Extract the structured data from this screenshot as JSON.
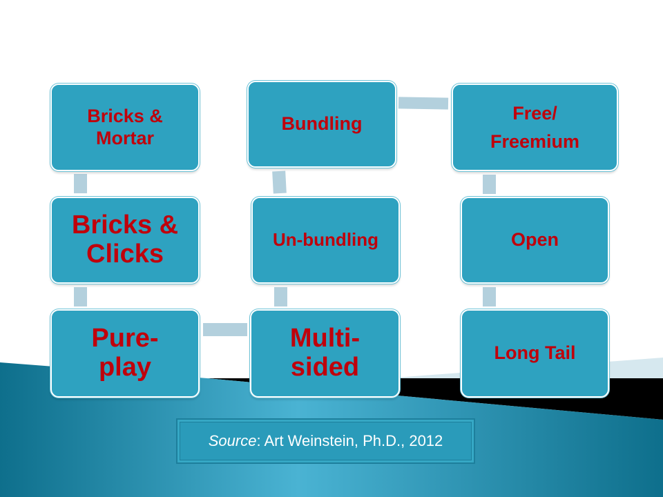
{
  "diagram": {
    "nodes": [
      {
        "id": "bricks-mortar",
        "label": "Bricks & Mortar"
      },
      {
        "id": "bricks-clicks",
        "label": "Bricks & Clicks"
      },
      {
        "id": "pure-play",
        "label": "Pure-play"
      },
      {
        "id": "bundling",
        "label": "Bundling"
      },
      {
        "id": "un-bundling",
        "label": "Un-bundling"
      },
      {
        "id": "multi-sided",
        "label": "Multi-sided"
      },
      {
        "id": "free-freemium",
        "label": "Free/ Freemium"
      },
      {
        "id": "open",
        "label": "Open"
      },
      {
        "id": "long-tail",
        "label": "Long Tail"
      }
    ],
    "edges": [
      [
        "bricks-mortar",
        "bricks-clicks"
      ],
      [
        "bricks-clicks",
        "pure-play"
      ],
      [
        "pure-play",
        "multi-sided"
      ],
      [
        "multi-sided",
        "un-bundling"
      ],
      [
        "un-bundling",
        "bundling"
      ],
      [
        "bundling",
        "free-freemium"
      ],
      [
        "free-freemium",
        "open"
      ],
      [
        "open",
        "long-tail"
      ]
    ]
  },
  "source": {
    "label": "Source",
    "text": ": Art Weinstein, Ph.D., 2012"
  },
  "colors": {
    "box": "#2ea2c0",
    "text": "#c0000b",
    "connector": "#b3d0dd"
  }
}
